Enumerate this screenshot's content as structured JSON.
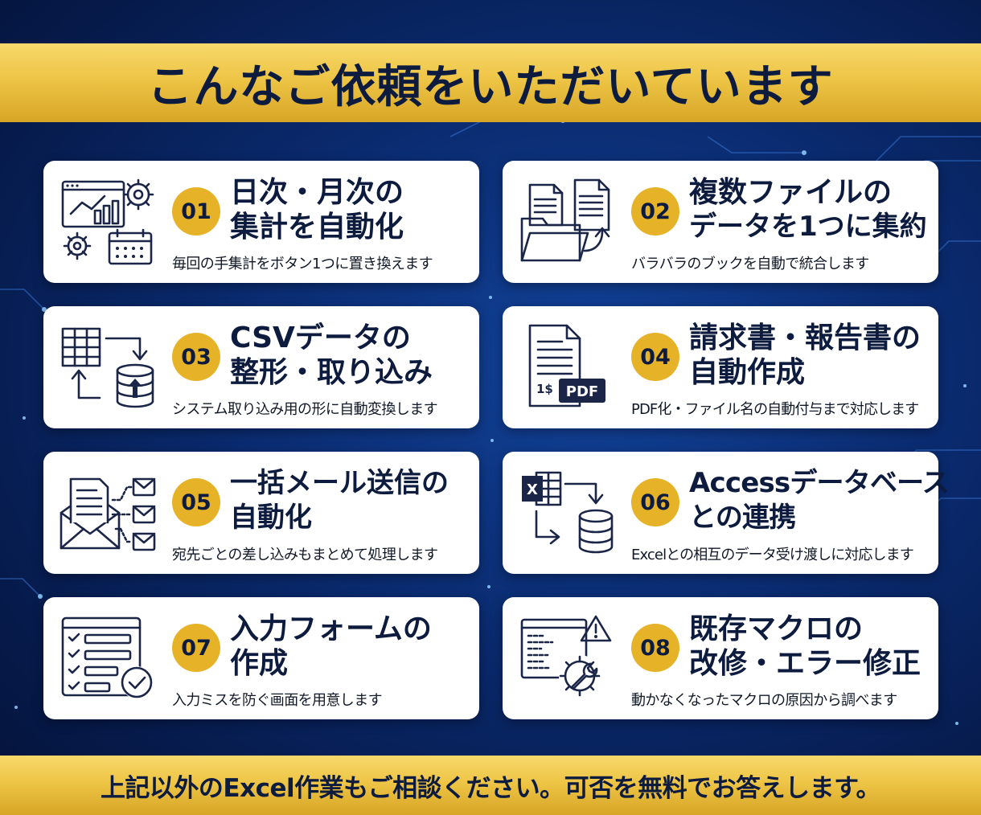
{
  "header": {
    "title": "こんなご依頼をいただいています"
  },
  "cards": [
    {
      "number": "01",
      "title_line1": "日次・月次の",
      "title_line2": "集計を自動化",
      "description": "毎回の手集計をボタン1つに置き換えます",
      "icon": "analytics-gear-calendar-icon"
    },
    {
      "number": "02",
      "title_line1": "複数ファイルの",
      "title_line2": "データを1つに集約",
      "description": "バラバラのブックを自動で統合します",
      "icon": "files-to-folder-icon"
    },
    {
      "number": "03",
      "title_line1": "CSVデータの",
      "title_line2": "整形・取り込み",
      "description": "システム取り込み用の形に自動変換します",
      "icon": "table-to-database-icon"
    },
    {
      "number": "04",
      "title_line1": "請求書・報告書の",
      "title_line2": "自動作成",
      "description": "PDF化・ファイル名の自動付与まで対応します",
      "icon": "document-pdf-icon",
      "pdf_label": "PDF",
      "doc_mark": "1$"
    },
    {
      "number": "05",
      "title_line1": "一括メール送信の",
      "title_line2": "自動化",
      "description": "宛先ごとの差し込みもまとめて処理します",
      "icon": "bulk-mail-icon"
    },
    {
      "number": "06",
      "title_line1": "Accessデータベース",
      "title_line2": "との連携",
      "description": "Excelとの相互のデータ受け渡しに対応します",
      "icon": "excel-to-database-icon",
      "excel_letter": "X"
    },
    {
      "number": "07",
      "title_line1": "入力フォームの",
      "title_line2": "作成",
      "description": "入力ミスを防ぐ画面を用意します",
      "icon": "form-checklist-icon"
    },
    {
      "number": "08",
      "title_line1": "既存マクロの",
      "title_line2": "改修・エラー修正",
      "description": "動かなくなったマクロの原因から調べます",
      "icon": "code-gear-wrench-warning-icon"
    }
  ],
  "footer": {
    "text": "上記以外のExcel作業もご相談ください。可否を無料でお答えします。"
  },
  "colors": {
    "accent_gold": "#e6b227",
    "navy": "#0d1b3e",
    "background": "#0a2a6e"
  }
}
